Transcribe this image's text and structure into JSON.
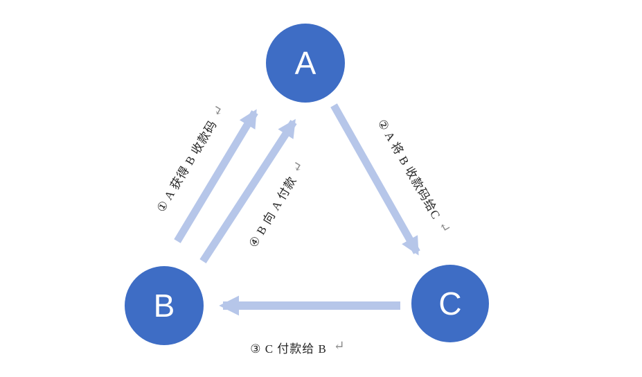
{
  "diagram": {
    "background_color": "#ffffff",
    "node_color": "#3e6dc5",
    "arrow_color": "#b6c6e9",
    "label_color": "#262626",
    "return_icon_color": "#8c8c8c",
    "return_icon": "↵",
    "nodes": {
      "a": {
        "label": "A"
      },
      "b": {
        "label": "B"
      },
      "c": {
        "label": "C"
      }
    },
    "edges": {
      "step1": {
        "label": "① A 获得 B 收款码",
        "from": "B",
        "to": "A"
      },
      "step2": {
        "label": "② A 将 B 收款码给C",
        "from": "A",
        "to": "C"
      },
      "step3": {
        "label": "③ C 付款给 B",
        "from": "C",
        "to": "B"
      },
      "step4": {
        "label": "④ B 向 A 付款",
        "from": "B",
        "to": "A"
      }
    }
  }
}
